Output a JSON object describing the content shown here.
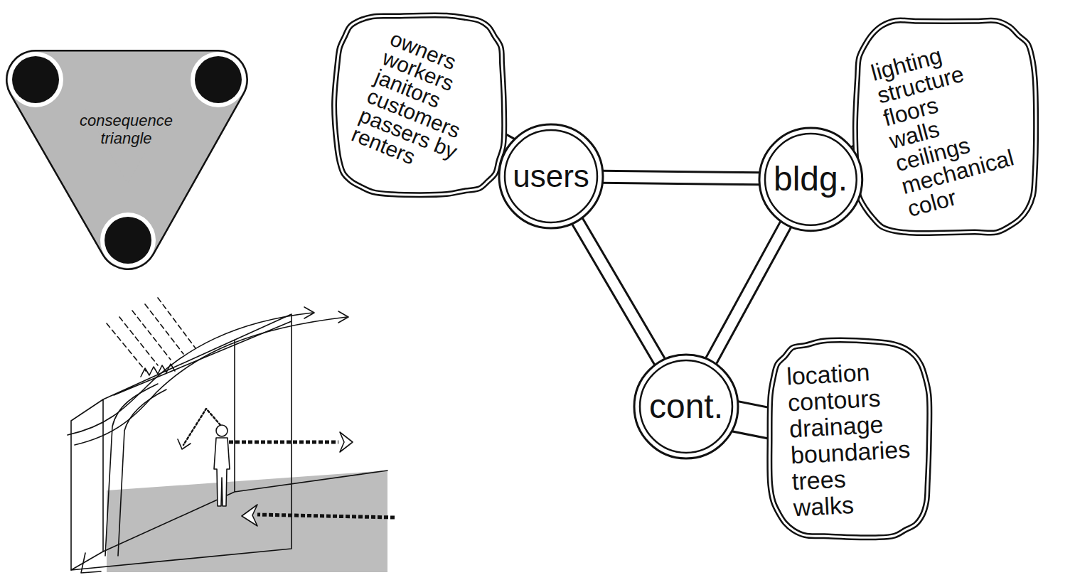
{
  "diagram": {
    "nodes": [
      {
        "text": [
          "consequence triangle"
        ]
      },
      {
        "text": [
          "owners",
          "workers",
          "janitors",
          "customers",
          "passers by",
          "renters"
        ]
      },
      {
        "text": [
          "lighting",
          "structure",
          "floors",
          "walls",
          "ceilings",
          "mechanical",
          "color"
        ]
      },
      {
        "text": [
          "users"
        ]
      },
      {
        "text": [
          "bldg."
        ]
      },
      {
        "text": [
          "cont."
        ]
      },
      {
        "text": [
          "location",
          "contours",
          "drainage",
          "boundaries",
          "trees",
          "walks"
        ]
      }
    ],
    "edges": [
      {
        "from": 3,
        "to": 4,
        "arrow": "none"
      },
      {
        "from": 3,
        "to": 5,
        "arrow": "none"
      },
      {
        "from": 4,
        "to": 5,
        "arrow": "none"
      }
    ]
  }
}
